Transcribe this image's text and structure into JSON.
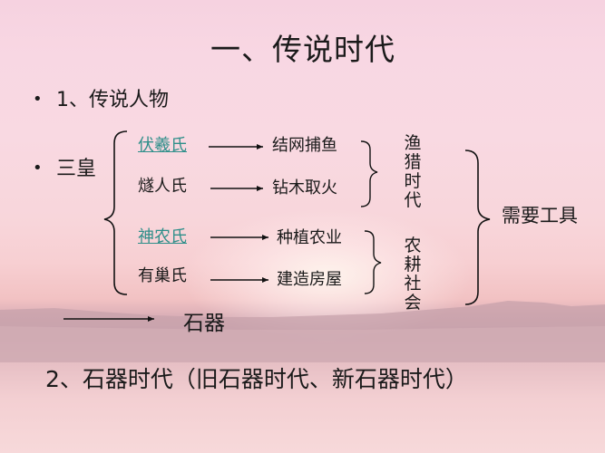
{
  "slide": {
    "title": "一、传说时代",
    "bullet_symbol": "•",
    "bullet1": "1、传说人物",
    "bullet2": "三皇",
    "rulers": [
      {
        "name": "伏羲氏",
        "linked": true,
        "deed": "结网捕鱼"
      },
      {
        "name": "燧人氏",
        "linked": false,
        "deed": "钻木取火"
      },
      {
        "name": "神农氏",
        "linked": true,
        "deed": "种植农业"
      },
      {
        "name": "有巢氏",
        "linked": false,
        "deed": "建造房屋"
      }
    ],
    "era_fishing": "渔猎时代",
    "era_farming": "农耕社会",
    "need_tools": "需要工具",
    "stone_tools": "石器",
    "heading2": "2、石器时代（旧石器时代、新石器时代）",
    "link_color": "#2f8f8a"
  }
}
